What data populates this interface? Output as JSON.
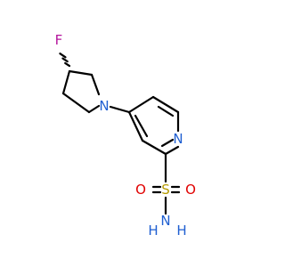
{
  "molecule": {
    "atoms": {
      "fluorine": {
        "label": "F",
        "color": "#b5179e"
      },
      "pyrrolidine_n": {
        "label": "N",
        "color": "#1f5fd1"
      },
      "pyridine_n": {
        "label": "N",
        "color": "#1f5fd1"
      },
      "sulfur": {
        "label": "S",
        "color": "#b59a00"
      },
      "oxygen_left": {
        "label": "O",
        "color": "#e00000"
      },
      "oxygen_right": {
        "label": "O",
        "color": "#e00000"
      },
      "amine_n": {
        "label": "N",
        "color": "#1f5fd1"
      },
      "amine_h1": {
        "label": "H",
        "color": "#1f5fd1"
      },
      "amine_h2": {
        "label": "H",
        "color": "#1f5fd1"
      }
    }
  }
}
